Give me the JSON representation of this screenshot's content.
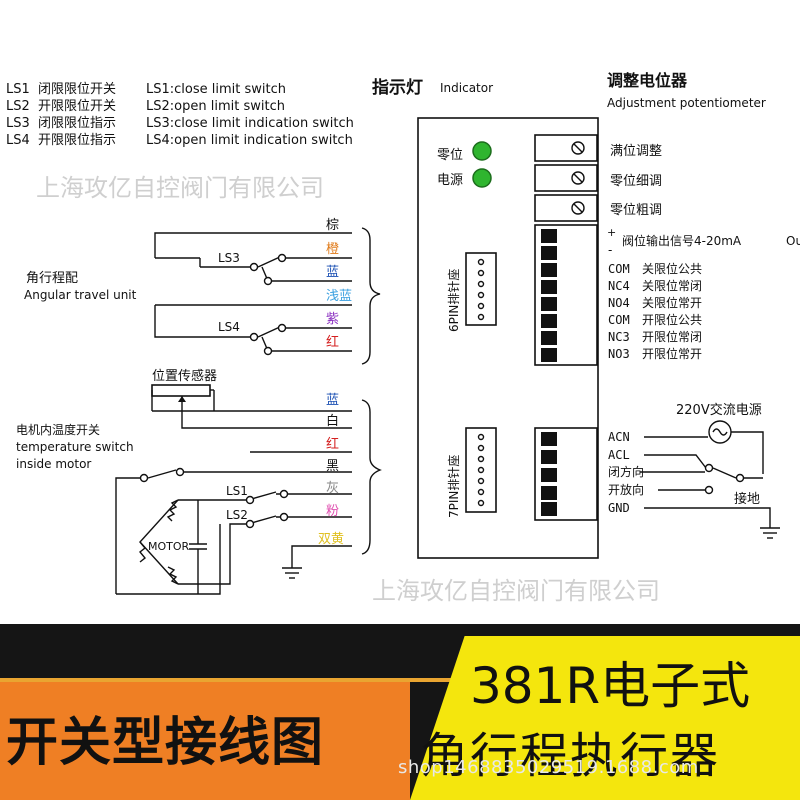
{
  "legend": [
    {
      "code": "LS1",
      "cn": "闭限限位开关",
      "en": "LS1:close limit switch"
    },
    {
      "code": "LS2",
      "cn": "开限限位开关",
      "en": "LS2:open limit switch"
    },
    {
      "code": "LS3",
      "cn": "闭限限位指示",
      "en": "LS3:close limit indication switch"
    },
    {
      "code": "LS4",
      "cn": "开限限位指示",
      "en": "LS4:open limit indication switch"
    }
  ],
  "headings": {
    "indicator_cn": "指示灯",
    "indicator_en": "Indicator",
    "pot_cn": "调整电位器",
    "pot_en": "Adjustment potentiometer"
  },
  "watermark": "上海攻亿自控阀门有限公司",
  "left_labels": {
    "angular_cn": "角行程配",
    "angular_en": "Angular travel unit",
    "ls3": "LS3",
    "ls4": "LS4",
    "sensor": "位置传感器",
    "temp_cn": "电机内温度开关",
    "temp_en1": "temperature switch",
    "temp_en2": "inside motor",
    "ls1": "LS1",
    "ls2": "LS2",
    "motor": "MOTOR"
  },
  "wire_colors": [
    {
      "name": "棕",
      "color": "#111111"
    },
    {
      "name": "橙",
      "color": "#e07b1a"
    },
    {
      "name": "蓝",
      "color": "#1a4fb3"
    },
    {
      "name": "浅蓝",
      "color": "#3aa0e0"
    },
    {
      "name": "紫",
      "color": "#8a2fc0"
    },
    {
      "name": "红",
      "color": "#d42020"
    },
    {
      "name": "蓝",
      "color": "#1a4fb3"
    },
    {
      "name": "白",
      "color": "#111111"
    },
    {
      "name": "红",
      "color": "#d42020"
    },
    {
      "name": "黑",
      "color": "#111111"
    },
    {
      "name": "灰",
      "color": "#888888"
    },
    {
      "name": "粉",
      "color": "#e04fb0"
    },
    {
      "name": "双黄",
      "color": "#e0c020"
    }
  ],
  "board": {
    "led_zero": "零位",
    "led_power": "电源",
    "pins6": "6PIN排针座",
    "pins7": "7PIN排针座"
  },
  "pots": [
    "满位调整",
    "零位细调",
    "零位粗调"
  ],
  "outputs": {
    "plus": "+",
    "minus": "-",
    "signal": "阀位输出信号4-20mA",
    "signal_tail": "Ou",
    "rows": [
      {
        "code": "COM",
        "desc": "关限位公共"
      },
      {
        "code": "NC4",
        "desc": "关限位常闭"
      },
      {
        "code": "NO4",
        "desc": "关限位常开"
      },
      {
        "code": "COM",
        "desc": "开限位公共"
      },
      {
        "code": "NC3",
        "desc": "开限位常闭"
      },
      {
        "code": "NO3",
        "desc": "开限位常开"
      }
    ]
  },
  "power": {
    "title": "220V交流电源",
    "rows": [
      "ACN",
      "ACL",
      "闭方向",
      "开放向",
      "GND"
    ],
    "ground": "接地"
  },
  "banner": {
    "left": "开关型接线图",
    "right_line1": "381R电子式",
    "right_line2": "角行程执行器",
    "shop": "shop1468835029519.1688.com"
  }
}
